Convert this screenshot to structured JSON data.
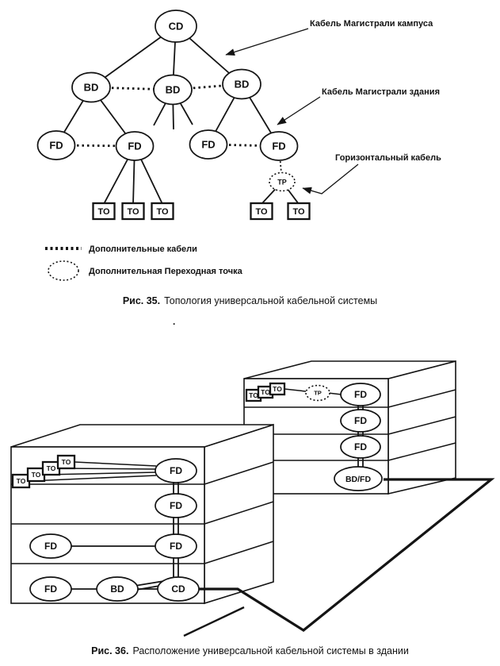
{
  "divider_dot": ".",
  "nodes": {
    "cd": "CD",
    "bd": "BD",
    "fd": "FD",
    "to": "TO",
    "tp": "TP",
    "bdfd": "BD/FD"
  },
  "fig35": {
    "annotations": {
      "campus_backbone": "Кабель Магистрали кампуса",
      "building_backbone": "Кабель Магистрали здания",
      "horizontal_cable": "Горизонтальный кабель"
    },
    "legend": {
      "additional_cables": "Дополнительные кабели",
      "additional_tp": "Дополнительная Переходная точка"
    },
    "caption": {
      "label": "Рис. 35.",
      "text": "Топология универсальной кабельной системы"
    }
  },
  "fig36": {
    "caption": {
      "label": "Рис. 36.",
      "text": "Расположение универсальной кабельной системы в здании"
    }
  }
}
